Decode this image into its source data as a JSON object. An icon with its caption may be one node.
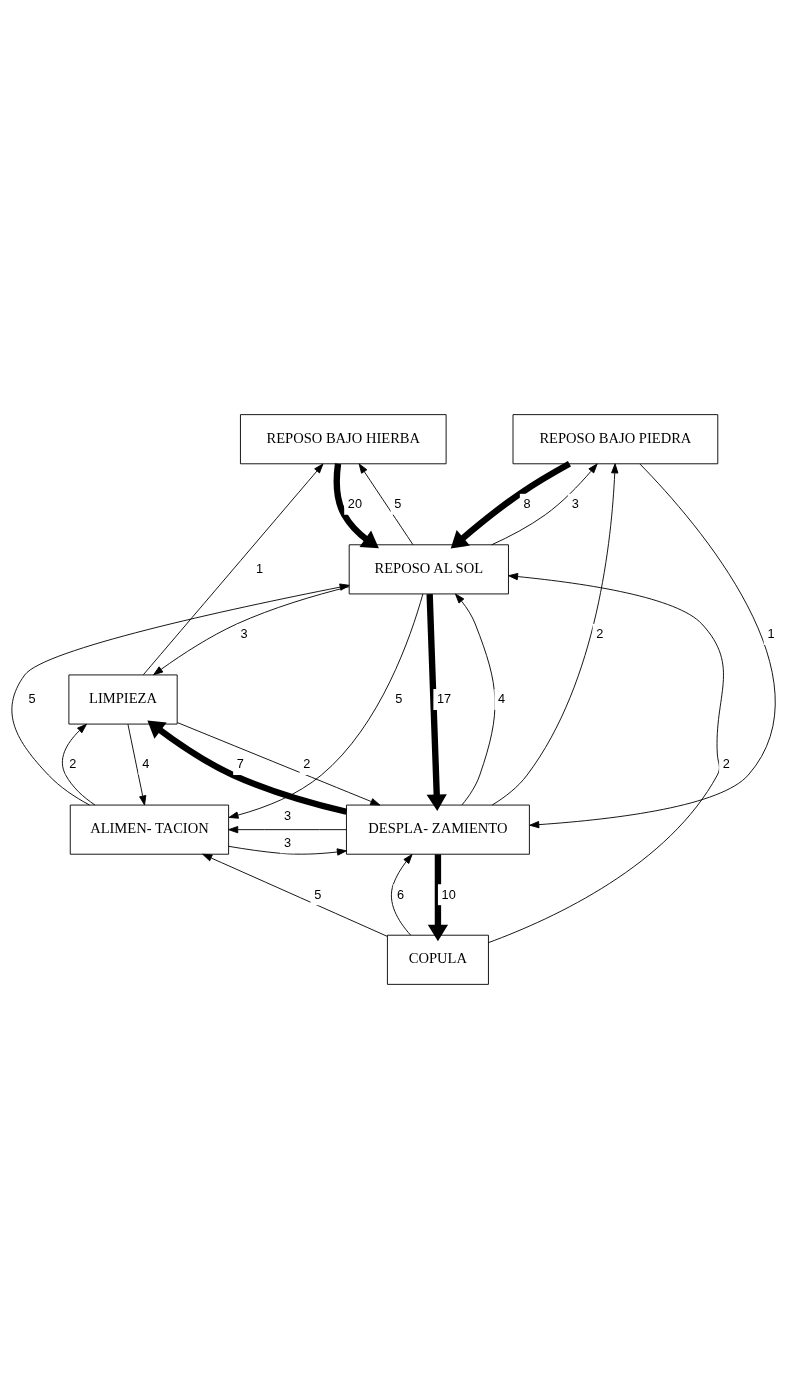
{
  "diagram": {
    "nodes": [
      {
        "text": [
          "REPOSO BAJO HIERBA"
        ]
      },
      {
        "text": [
          "REPOSO BAJO PIEDRA"
        ]
      },
      {
        "text": [
          "REPOSO AL SOL"
        ]
      },
      {
        "text": [
          "ALIMEN- TACION"
        ]
      },
      {
        "text": [
          "DESPLA- ZAMIENTO"
        ]
      },
      {
        "text": [
          "COPULA"
        ]
      },
      {
        "text": [
          "LIMPIEZA"
        ]
      }
    ],
    "edges": [
      {
        "from": 2,
        "to": 0,
        "arrow": "to",
        "label": "5"
      },
      {
        "from": 0,
        "to": 2,
        "arrow": "to",
        "label": "20",
        "style": "thick"
      },
      {
        "from": 1,
        "to": 2,
        "arrow": "to",
        "label": "8",
        "style": "thick"
      },
      {
        "from": 2,
        "to": 1,
        "arrow": "to",
        "label": "3"
      },
      {
        "from": 6,
        "to": 0,
        "arrow": "to",
        "label": "1"
      },
      {
        "from": 4,
        "to": 1,
        "arrow": "to",
        "label": "2"
      },
      {
        "from": 1,
        "to": 4,
        "arrow": "to",
        "label": "1"
      },
      {
        "from": 2,
        "to": 6,
        "arrow": "to",
        "label": "3"
      },
      {
        "from": 2,
        "to": 4,
        "arrow": "to",
        "label": "17",
        "style": "thick"
      },
      {
        "from": 2,
        "to": 3,
        "arrow": "to",
        "label": "5"
      },
      {
        "from": 3,
        "to": 2,
        "arrow": "to",
        "label": "5"
      },
      {
        "from": 5,
        "to": 2,
        "arrow": "to",
        "label": "2"
      },
      {
        "from": 4,
        "to": 2,
        "arrow": "to",
        "label": "4"
      },
      {
        "from": 4,
        "to": 3,
        "arrow": "to",
        "label": "3"
      },
      {
        "from": 3,
        "to": 4,
        "arrow": "to",
        "label": "3"
      },
      {
        "from": 3,
        "to": 6,
        "arrow": "to",
        "label": "2"
      },
      {
        "from": 6,
        "to": 3,
        "arrow": "to",
        "label": "4"
      },
      {
        "from": 5,
        "to": 3,
        "arrow": "to",
        "label": "5"
      },
      {
        "from": 5,
        "to": 4,
        "arrow": "to",
        "label": "6"
      },
      {
        "from": 4,
        "to": 5,
        "arrow": "to",
        "label": "10",
        "style": "thick"
      },
      {
        "from": 6,
        "to": 4,
        "arrow": "to",
        "label": "2"
      },
      {
        "from": 4,
        "to": 6,
        "arrow": "to",
        "label": "7",
        "style": "thick"
      }
    ]
  }
}
